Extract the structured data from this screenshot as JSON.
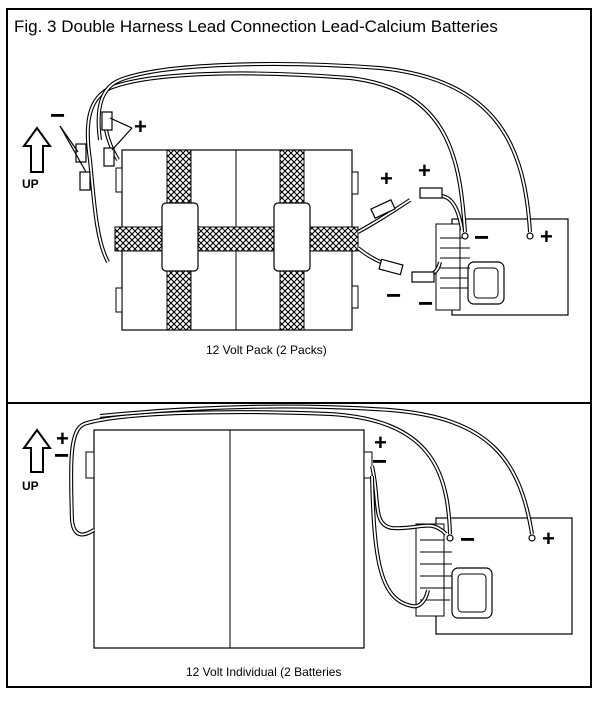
{
  "figure": {
    "title": "Fig. 3 Double Harness Lead Connection Lead-Calcium Batteries"
  },
  "top_panel": {
    "caption": "12 Volt Pack (2 Packs)",
    "up_label": "UP",
    "plus": "+",
    "minus": "−"
  },
  "bottom_panel": {
    "caption": "12 Volt Individual (2 Batteries",
    "up_label": "UP",
    "plus": "+",
    "minus": "−"
  }
}
